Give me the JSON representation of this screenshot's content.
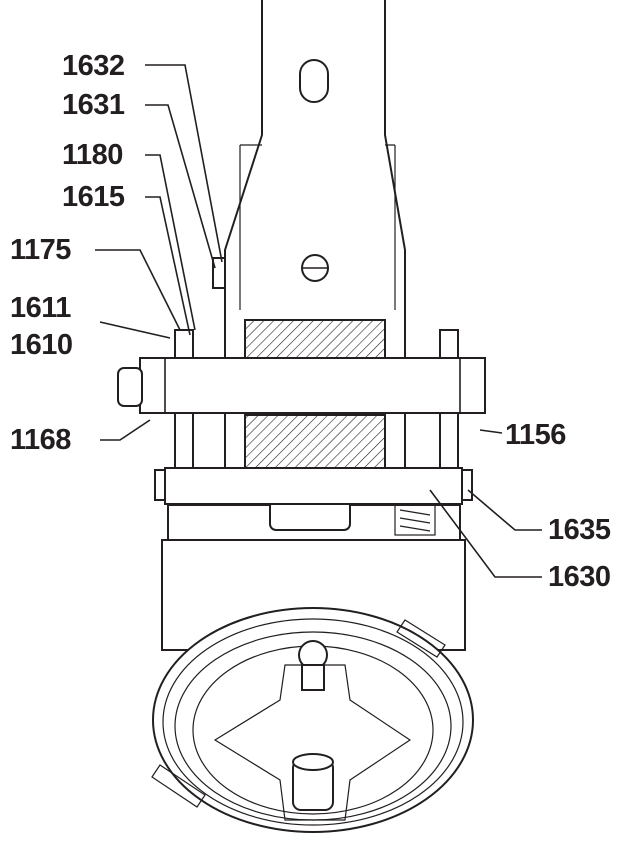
{
  "callouts": {
    "c1632": "1632",
    "c1631": "1631",
    "c1180": "1180",
    "c1615": "1615",
    "c1175": "1175",
    "c1611": "1611",
    "c1610": "1610",
    "c1168": "1168",
    "c1156": "1156",
    "c1635": "1635",
    "c1630": "1630"
  }
}
